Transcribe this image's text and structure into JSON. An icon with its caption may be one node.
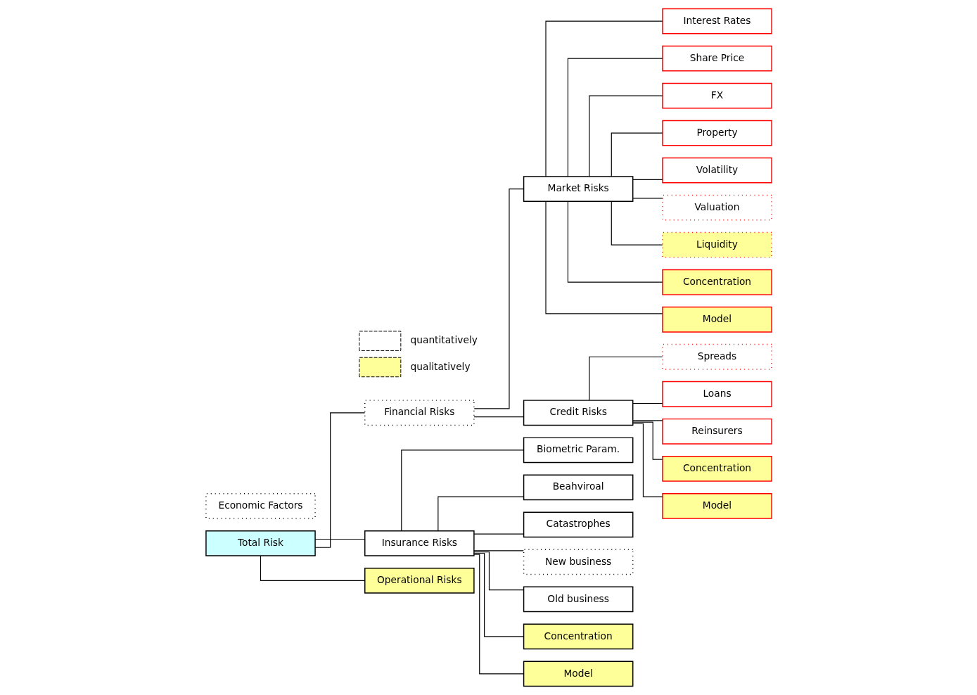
{
  "diagram": {
    "nodes": [
      {
        "text": [
          "Total Risk"
        ]
      },
      {
        "text": [
          "Financial Risks"
        ]
      },
      {
        "text": [
          "Insurance Risks"
        ]
      },
      {
        "text": [
          "Operational Risks"
        ]
      },
      {
        "text": [
          "Market Risks"
        ]
      },
      {
        "text": [
          "Credit Risks"
        ]
      },
      {
        "text": [
          "Interest Rates"
        ]
      },
      {
        "text": [
          "Share Price"
        ]
      },
      {
        "text": [
          "FX"
        ]
      },
      {
        "text": [
          "Property"
        ]
      },
      {
        "text": [
          "Volatility"
        ]
      },
      {
        "text": [
          "Valuation"
        ]
      },
      {
        "text": [
          "Liquidity"
        ]
      },
      {
        "text": [
          "Concentration"
        ]
      },
      {
        "text": [
          "Model"
        ]
      },
      {
        "text": [
          "Spreads"
        ]
      },
      {
        "text": [
          "Loans"
        ]
      },
      {
        "text": [
          "Reinsurers"
        ]
      },
      {
        "text": [
          "Concentration"
        ]
      },
      {
        "text": [
          "Model"
        ]
      },
      {
        "text": [
          "Biometric Param."
        ]
      },
      {
        "text": [
          "Beahviroal"
        ]
      },
      {
        "text": [
          "Economic Factors"
        ]
      },
      {
        "text": [
          "Catastrophes"
        ]
      },
      {
        "text": [
          "New business"
        ]
      },
      {
        "text": [
          "Old business"
        ]
      },
      {
        "text": [
          "Concentration"
        ]
      },
      {
        "text": [
          "Model"
        ]
      }
    ],
    "edges": [
      {
        "from": 0,
        "to": 1,
        "arrow": "none"
      },
      {
        "from": 0,
        "to": 2,
        "arrow": "none"
      },
      {
        "from": 0,
        "to": 3,
        "arrow": "none"
      },
      {
        "from": 1,
        "to": 4,
        "arrow": "none"
      },
      {
        "from": 1,
        "to": 5,
        "arrow": "none"
      },
      {
        "from": 4,
        "to": 6,
        "arrow": "none"
      },
      {
        "from": 4,
        "to": 7,
        "arrow": "none"
      },
      {
        "from": 4,
        "to": 8,
        "arrow": "none"
      },
      {
        "from": 4,
        "to": 9,
        "arrow": "none"
      },
      {
        "from": 4,
        "to": 10,
        "arrow": "none"
      },
      {
        "from": 4,
        "to": 11,
        "arrow": "none"
      },
      {
        "from": 4,
        "to": 12,
        "arrow": "none"
      },
      {
        "from": 4,
        "to": 13,
        "arrow": "none"
      },
      {
        "from": 4,
        "to": 14,
        "arrow": "none"
      },
      {
        "from": 5,
        "to": 15,
        "arrow": "none"
      },
      {
        "from": 5,
        "to": 16,
        "arrow": "none"
      },
      {
        "from": 5,
        "to": 17,
        "arrow": "none"
      },
      {
        "from": 5,
        "to": 18,
        "arrow": "none"
      },
      {
        "from": 5,
        "to": 19,
        "arrow": "none"
      },
      {
        "from": 2,
        "to": 20,
        "arrow": "none"
      },
      {
        "from": 2,
        "to": 21,
        "arrow": "none"
      },
      {
        "from": 2,
        "to": 23,
        "arrow": "none"
      },
      {
        "from": 2,
        "to": 24,
        "arrow": "none"
      },
      {
        "from": 2,
        "to": 25,
        "arrow": "none"
      },
      {
        "from": 2,
        "to": 26,
        "arrow": "none"
      },
      {
        "from": 2,
        "to": 27,
        "arrow": "none"
      }
    ],
    "legend": [
      {
        "text": "quantitatively",
        "color": "#ffffff"
      },
      {
        "text": "qualitatively",
        "color": "#ffff99"
      }
    ]
  }
}
